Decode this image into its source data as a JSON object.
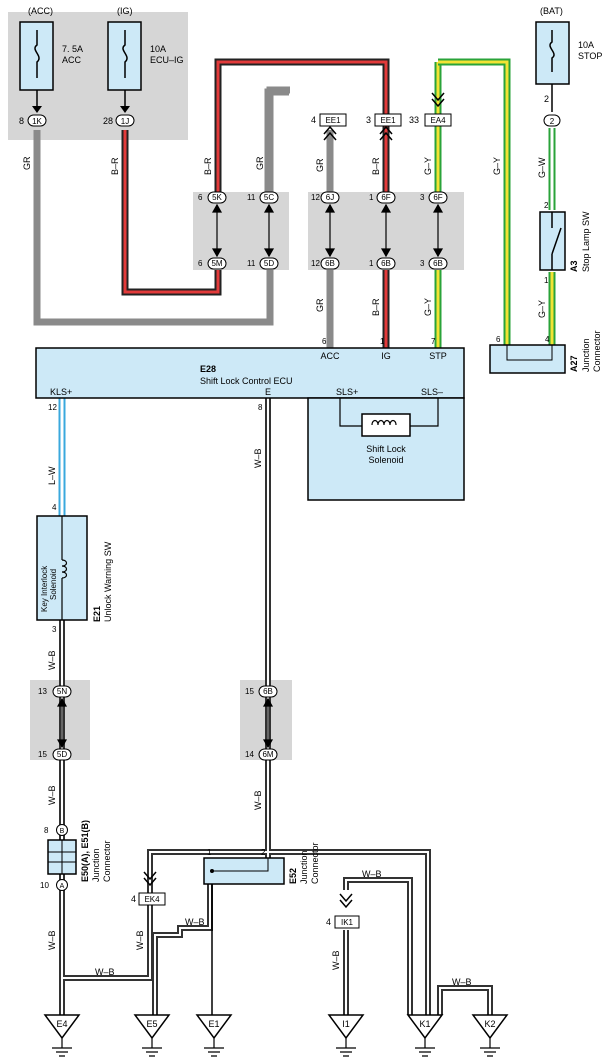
{
  "sources": {
    "acc": {
      "label": "(ACC)",
      "fuse": "7. 5A",
      "fuse2": "ACC",
      "pin": "8",
      "conn": "1K"
    },
    "ig": {
      "label": "(IG)",
      "fuse": "10A",
      "fuse2": "ECU–IG",
      "pin": "28",
      "conn": "1J"
    },
    "bat": {
      "label": "(BAT)",
      "fuse": "10A",
      "fuse2": "STOP",
      "pin": "2",
      "conn": "2"
    }
  },
  "top_connectors": {
    "ee1a": {
      "pin": "4",
      "name": "EE1"
    },
    "ee1b": {
      "pin": "3",
      "name": "EE1"
    },
    "ea4": {
      "pin": "33",
      "name": "EA4"
    }
  },
  "wires": {
    "gr": "GR",
    "br": "B–R",
    "gy": "G–Y",
    "gw": "G–W",
    "lw": "L–W",
    "wb": "W–B"
  },
  "junction_pins": {
    "p5k": {
      "num": "6",
      "conn": "5K"
    },
    "p5m": {
      "num": "6",
      "conn": "5M"
    },
    "p5c": {
      "num": "11",
      "conn": "5C"
    },
    "p5d": {
      "num": "11",
      "conn": "5D"
    },
    "p6j": {
      "num": "12",
      "conn": "6J"
    },
    "p6b1": {
      "num": "12",
      "conn": "6B"
    },
    "p6f1": {
      "num": "1",
      "conn": "6F"
    },
    "p6b2": {
      "num": "1",
      "conn": "6B"
    },
    "p6f2": {
      "num": "3",
      "conn": "6F"
    },
    "p6b3": {
      "num": "3",
      "conn": "6B"
    },
    "p5n": {
      "num": "13",
      "conn": "5N"
    },
    "p5d2": {
      "num": "15",
      "conn": "5D"
    },
    "p6b4": {
      "num": "15",
      "conn": "6B"
    },
    "p6m": {
      "num": "14",
      "conn": "6M"
    }
  },
  "stop_sw": {
    "code": "A3",
    "name": "Stop Lamp SW",
    "pin_top": "2",
    "pin_bottom": "1"
  },
  "a27": {
    "code": "A27",
    "name1": "Junction",
    "name2": "Connector",
    "pin_left": "6",
    "pin_right": "4"
  },
  "ecu": {
    "code": "E28",
    "name": "Shift Lock Control ECU",
    "acc": "ACC",
    "ig": "IG",
    "stp": "STP",
    "kls": "KLS+",
    "e": "E",
    "sls_p": "SLS+",
    "sls_m": "SLS–",
    "pin_acc": "6",
    "pin_ig": "1",
    "pin_stp": "7",
    "pin_kls": "12",
    "pin_e": "8"
  },
  "solenoid": {
    "name1": "Shift Lock",
    "name2": "Solenoid"
  },
  "e21": {
    "code": "E21",
    "name": "Unlock Warning SW",
    "inner1": "Key Interlock",
    "inner2": "Solenoid",
    "pin_top": "4",
    "pin_bottom": "3"
  },
  "e50": {
    "code": "E50(A), E51(B)",
    "name1": "Junction",
    "name2": "Connector",
    "pin_b": "8",
    "pin_a": "10",
    "b": "B",
    "a": "A"
  },
  "ek4": {
    "pin": "4",
    "name": "EK4"
  },
  "ik1": {
    "pin": "4",
    "name": "IK1"
  },
  "e52": {
    "code": "E52",
    "name1": "Junction",
    "name2": "Connector",
    "pin1": "1",
    "pin2": "2"
  },
  "grounds": [
    "E4",
    "E5",
    "E1",
    "I1",
    "K1",
    "K2"
  ]
}
